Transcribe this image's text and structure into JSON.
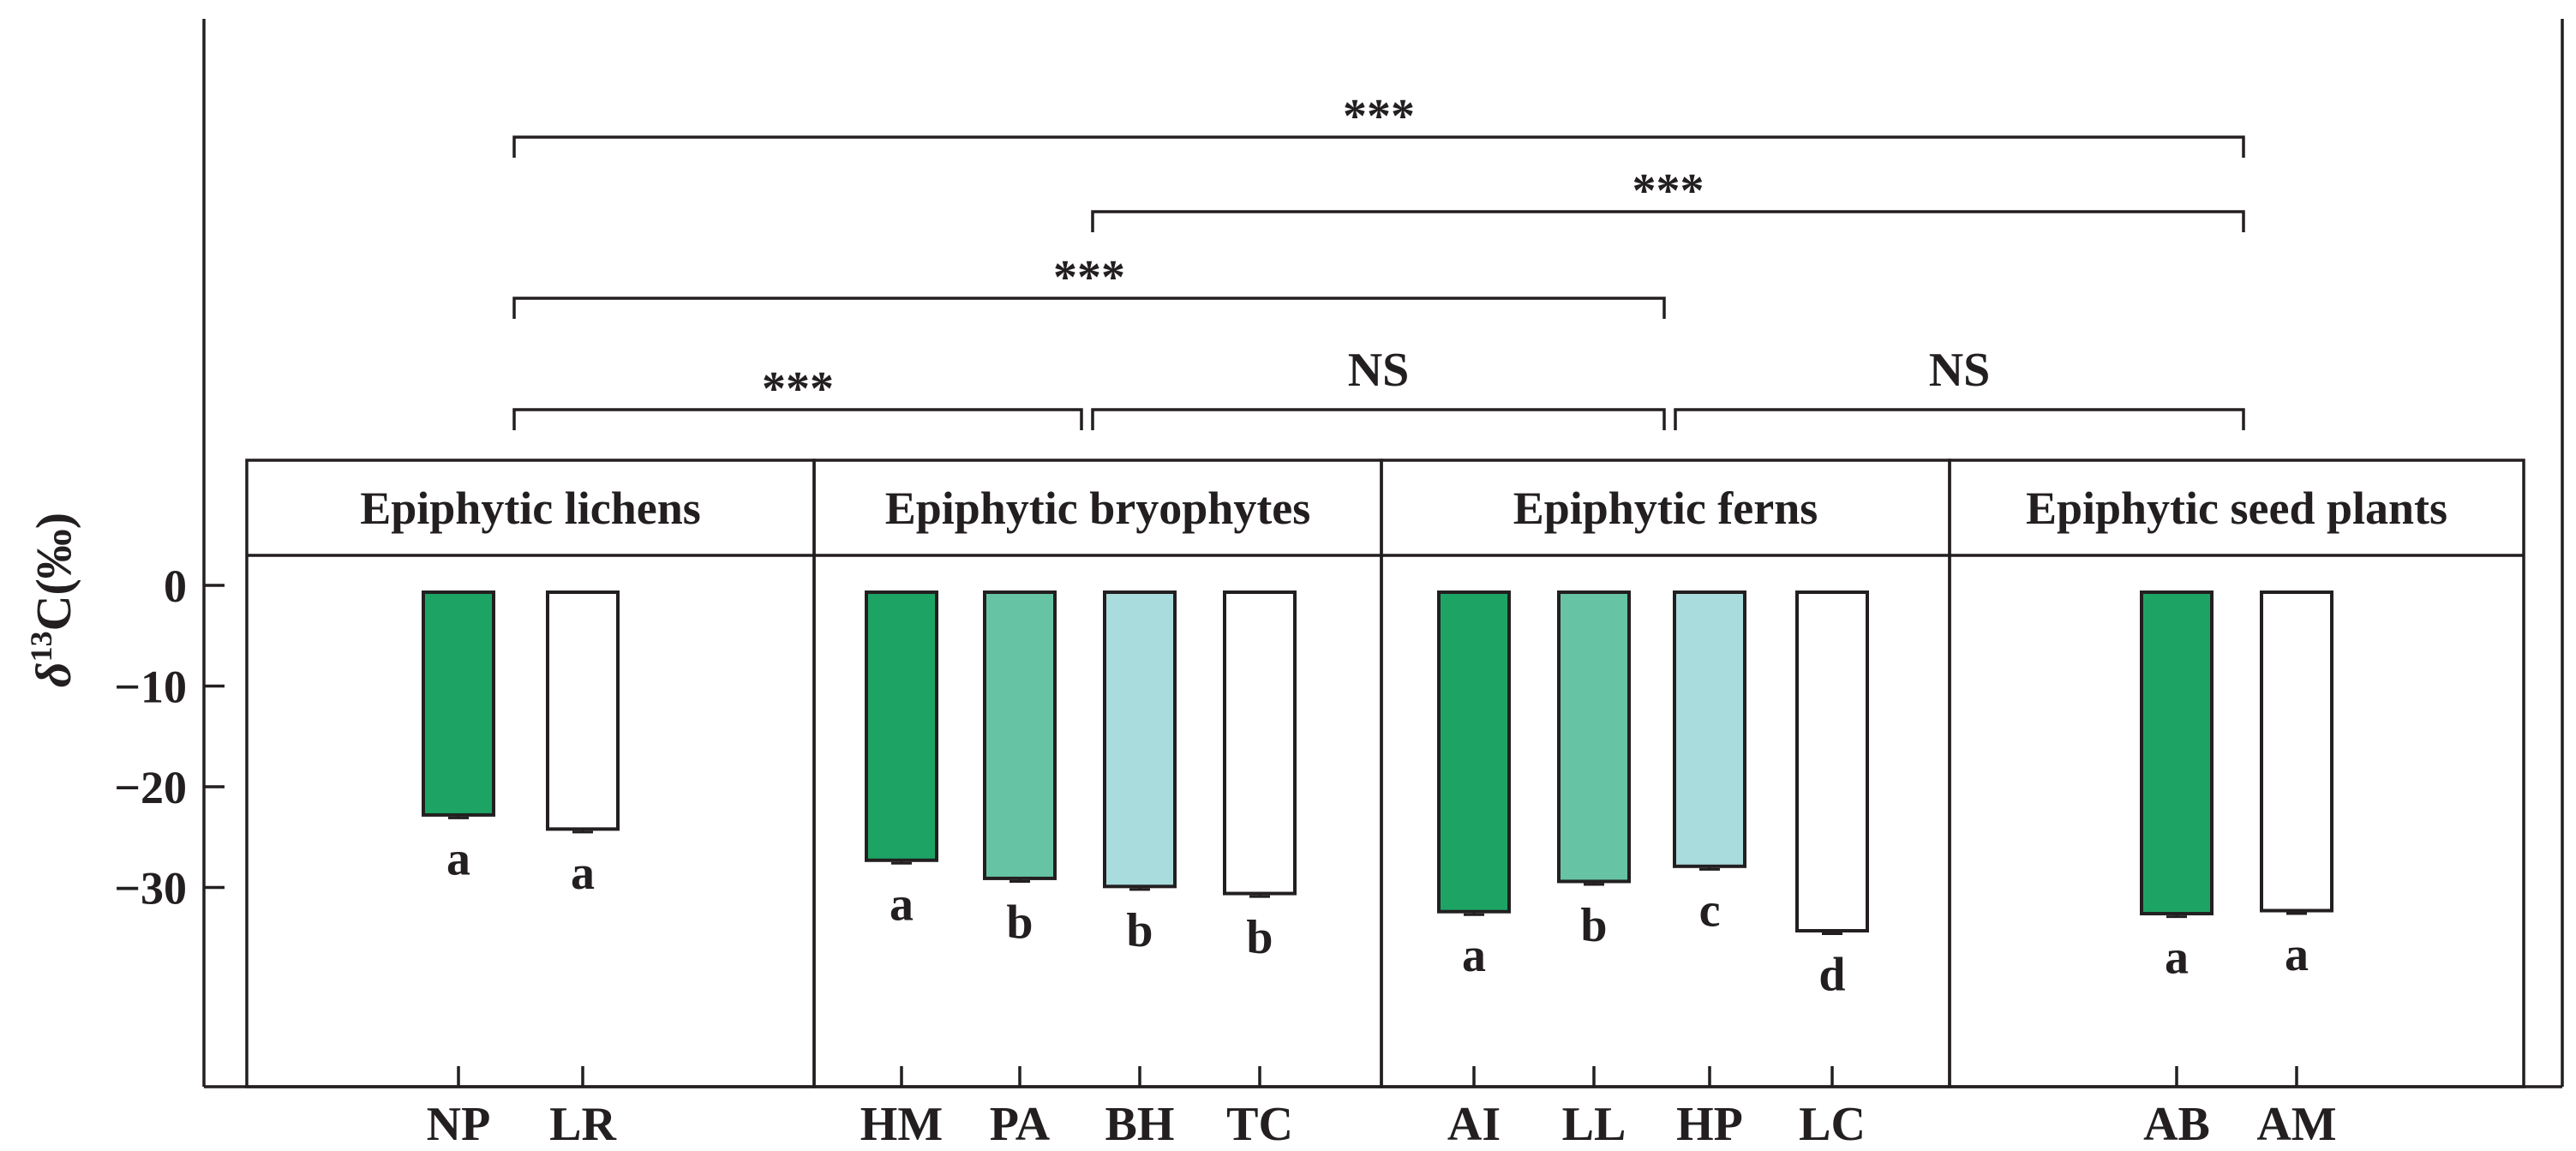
{
  "chart_data": {
    "type": "bar",
    "ylabel_delta": "δ",
    "ylabel_sup": "13",
    "ylabel_rest": "C(‰)",
    "yticks": [
      "0",
      "−10",
      "−20",
      "−30"
    ],
    "ytick_values": [
      0,
      -10,
      -20,
      -30
    ],
    "ylim": [
      -50,
      3
    ],
    "groups": [
      {
        "title": "Epiphytic lichens",
        "species": [
          {
            "name": "NP",
            "value": -22.8,
            "error": 0.3,
            "letter": "a",
            "color": "#1da465"
          },
          {
            "name": "LR",
            "value": -24.2,
            "error": 0.3,
            "letter": "a",
            "color": "#ffffff"
          }
        ]
      },
      {
        "title": "Epiphytic bryophytes",
        "species": [
          {
            "name": "HM",
            "value": -27.3,
            "error": 0.3,
            "letter": "a",
            "color": "#1da465"
          },
          {
            "name": "PA",
            "value": -29.1,
            "error": 0.3,
            "letter": "b",
            "color": "#66c4a4"
          },
          {
            "name": "BH",
            "value": -29.9,
            "error": 0.3,
            "letter": "b",
            "color": "#a9dcdc"
          },
          {
            "name": "TC",
            "value": -30.6,
            "error": 0.3,
            "letter": "b",
            "color": "#ffffff"
          }
        ]
      },
      {
        "title": "Epiphytic ferns",
        "species": [
          {
            "name": "AI",
            "value": -32.4,
            "error": 0.3,
            "letter": "a",
            "color": "#1da465"
          },
          {
            "name": "LL",
            "value": -29.4,
            "error": 0.3,
            "letter": "b",
            "color": "#66c4a4"
          },
          {
            "name": "HP",
            "value": -27.9,
            "error": 0.3,
            "letter": "c",
            "color": "#a9dcdc"
          },
          {
            "name": "LC",
            "value": -34.3,
            "error": 0.3,
            "letter": "d",
            "color": "#ffffff"
          }
        ]
      },
      {
        "title": "Epiphytic seed plants",
        "species": [
          {
            "name": "AB",
            "value": -32.6,
            "error": 0.3,
            "letter": "a",
            "color": "#1da465"
          },
          {
            "name": "AM",
            "value": -32.3,
            "error": 0.3,
            "letter": "a",
            "color": "#ffffff"
          }
        ]
      }
    ],
    "comparisons": [
      {
        "from": "Epiphytic lichens",
        "to": "Epiphytic seed plants",
        "label": "***"
      },
      {
        "from": "Epiphytic bryophytes",
        "to": "Epiphytic seed plants",
        "label": "***"
      },
      {
        "from": "Epiphytic lichens",
        "to": "Epiphytic ferns",
        "label": "***"
      },
      {
        "from": "Epiphytic lichens",
        "to": "Epiphytic bryophytes",
        "label": "***"
      },
      {
        "from": "Epiphytic bryophytes",
        "to": "Epiphytic ferns",
        "label": "NS"
      },
      {
        "from": "Epiphytic ferns",
        "to": "Epiphytic seed plants",
        "label": "NS"
      }
    ]
  }
}
